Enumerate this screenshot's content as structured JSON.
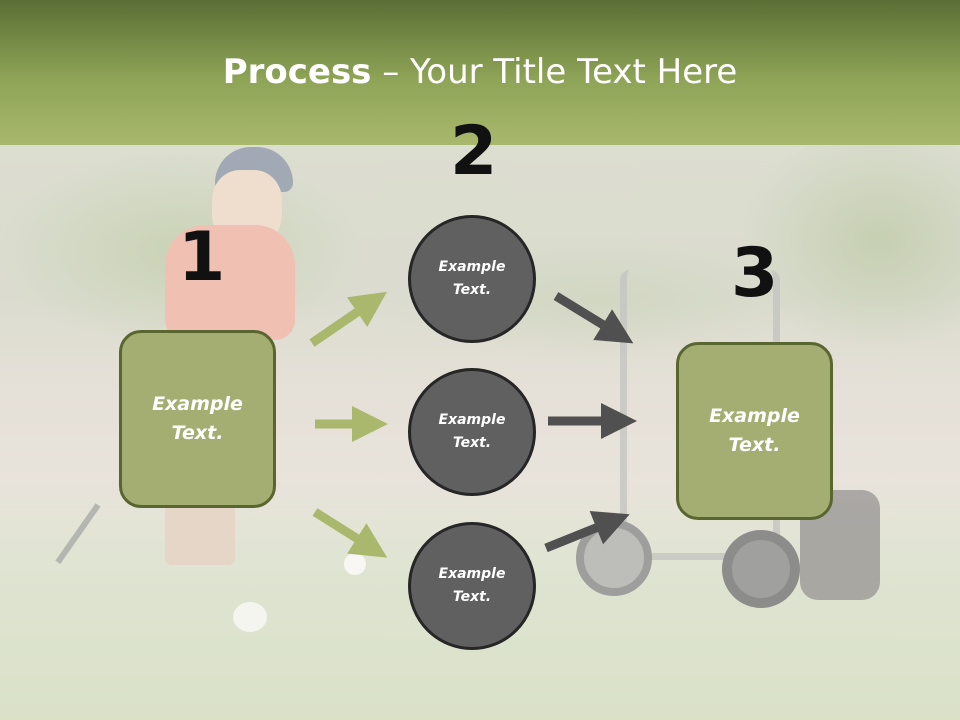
{
  "title": {
    "bold": "Process",
    "rest": " – Your Title Text Here"
  },
  "steps": {
    "one": "1",
    "two": "2",
    "three": "3"
  },
  "left_box": {
    "text": "Example\nText."
  },
  "right_box": {
    "text": "Example\nText."
  },
  "circles": [
    {
      "text": "Example\nText."
    },
    {
      "text": "Example\nText."
    },
    {
      "text": "Example\nText."
    }
  ],
  "colors": {
    "header_top": "#5b6e35",
    "header_bottom": "#a8b86d",
    "box_fill": "#a4ae72",
    "circle_fill": "#606060",
    "green_arrow": "#a9b86d",
    "dark_arrow": "#505050"
  }
}
